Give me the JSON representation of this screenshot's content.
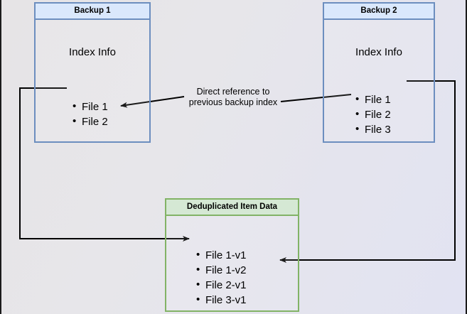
{
  "diagram": {
    "title_implicit": "Backup deduplication reference diagram",
    "background_colors": {
      "gradient_start": "#e6e4e6",
      "gradient_end": "#e2e3f2",
      "frame_border": "#1b1b1b"
    },
    "palette": {
      "blue_border": "#6c8ebf",
      "blue_header_fill": "#dae8fc",
      "green_border": "#82b366",
      "green_header_fill": "#d5e8d4",
      "edge_stroke": "#000000"
    },
    "nodes": [
      {
        "id": "backup1",
        "header": "Backup 1",
        "body_title": "Index Info",
        "items": [
          "File 1",
          "File 2"
        ]
      },
      {
        "id": "backup2",
        "header": "Backup 2",
        "body_title": "Index Info",
        "items": [
          "File 1",
          "File 2",
          "File 3"
        ]
      },
      {
        "id": "dedup",
        "header": "Deduplicated Item Data",
        "items": [
          "File 1-v1",
          "File 1-v2",
          "File 2-v1",
          "File 3-v1"
        ]
      }
    ],
    "edge_labels": [
      {
        "id": "direct-reference",
        "text": "Direct reference to\nprevious backup index"
      }
    ]
  }
}
